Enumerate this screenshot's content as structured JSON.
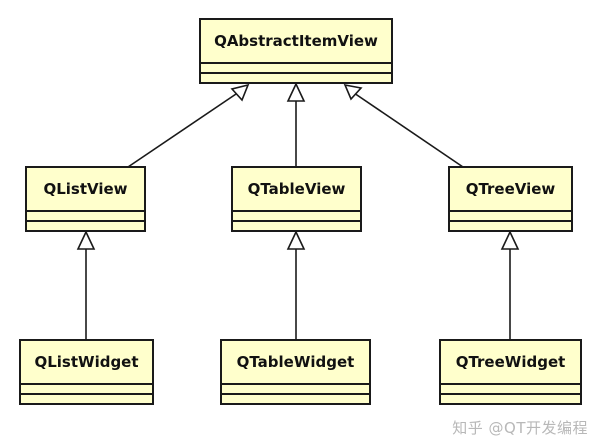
{
  "colors": {
    "box_fill": "#ffffcc",
    "stroke": "#1a1a1a",
    "watermark": "#b8b8b8"
  },
  "classes": {
    "abstract": "QAbstractItemView",
    "list_view": "QListView",
    "table_view": "QTableView",
    "tree_view": "QTreeView",
    "list_widget": "QListWidget",
    "table_widget": "QTableWidget",
    "tree_widget": "QTreeWidget"
  },
  "relations": [
    {
      "child": "QListView",
      "parent": "QAbstractItemView",
      "kind": "inheritance"
    },
    {
      "child": "QTableView",
      "parent": "QAbstractItemView",
      "kind": "inheritance"
    },
    {
      "child": "QTreeView",
      "parent": "QAbstractItemView",
      "kind": "inheritance"
    },
    {
      "child": "QListWidget",
      "parent": "QListView",
      "kind": "inheritance"
    },
    {
      "child": "QTableWidget",
      "parent": "QTableView",
      "kind": "inheritance"
    },
    {
      "child": "QTreeWidget",
      "parent": "QTreeView",
      "kind": "inheritance"
    }
  ],
  "watermark": "知乎 @QT开发编程"
}
